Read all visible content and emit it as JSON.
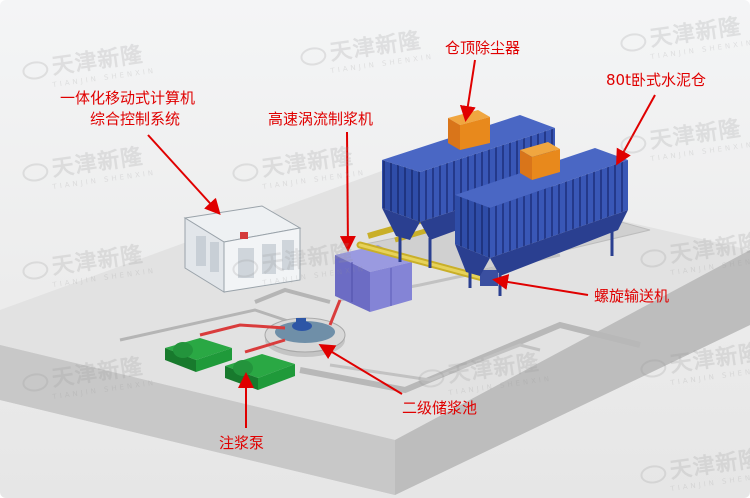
{
  "labels": {
    "dust_collector": "仓顶除尘器",
    "cement_silo": "80t卧式水泥仓",
    "control_system_line1": "一体化移动式计算机",
    "control_system_line2": "综合控制系统",
    "vortex_mixer": "高速涡流制浆机",
    "screw_conveyor": "螺旋输送机",
    "storage_tank": "二级储浆池",
    "grout_pump": "注浆泵"
  },
  "watermark": {
    "text": "天津新隆",
    "sub": "TIANJIN  SHENXIN"
  },
  "colors": {
    "label": "#e00000",
    "arrow": "#e00000",
    "silo": "#2f4da8",
    "dust_collector": "#e8891c",
    "pump": "#1f9a3a",
    "mixer": "#7f7fd0",
    "pipe": "#d9c23a",
    "pipe_red": "#d93c3c"
  }
}
